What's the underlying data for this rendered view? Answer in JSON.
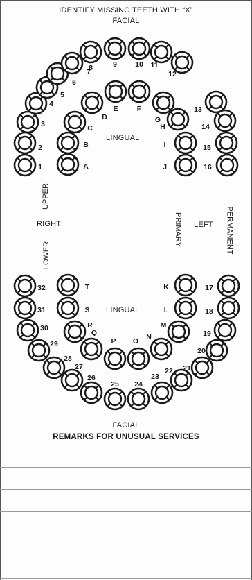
{
  "header": {
    "instruction": "IDENTIFY MISSING TEETH WITH “X”",
    "top_facial": "FACIAL"
  },
  "upper_arch": {
    "permanent": [
      {
        "n": "1"
      },
      {
        "n": "2"
      },
      {
        "n": "3"
      },
      {
        "n": "4"
      },
      {
        "n": "5"
      },
      {
        "n": "6"
      },
      {
        "n": "7"
      },
      {
        "n": "8"
      },
      {
        "n": "9"
      },
      {
        "n": "10"
      },
      {
        "n": "11"
      },
      {
        "n": "12"
      },
      {
        "n": "13"
      },
      {
        "n": "14"
      },
      {
        "n": "15"
      },
      {
        "n": "16"
      }
    ],
    "primary": [
      {
        "n": "A"
      },
      {
        "n": "B"
      },
      {
        "n": "C"
      },
      {
        "n": "D"
      },
      {
        "n": "E"
      },
      {
        "n": "F"
      },
      {
        "n": "G"
      },
      {
        "n": "H"
      },
      {
        "n": "I"
      },
      {
        "n": "J"
      }
    ],
    "lingual": "LINGUAL"
  },
  "lower_arch": {
    "permanent": [
      {
        "n": "17"
      },
      {
        "n": "18"
      },
      {
        "n": "19"
      },
      {
        "n": "20"
      },
      {
        "n": "21"
      },
      {
        "n": "22"
      },
      {
        "n": "23"
      },
      {
        "n": "24"
      },
      {
        "n": "25"
      },
      {
        "n": "26"
      },
      {
        "n": "27"
      },
      {
        "n": "28"
      },
      {
        "n": "29"
      },
      {
        "n": "30"
      },
      {
        "n": "31"
      },
      {
        "n": "32"
      }
    ],
    "primary": [
      {
        "n": "K"
      },
      {
        "n": "L"
      },
      {
        "n": "M"
      },
      {
        "n": "N"
      },
      {
        "n": "O"
      },
      {
        "n": "P"
      },
      {
        "n": "Q"
      },
      {
        "n": "R"
      },
      {
        "n": "S"
      },
      {
        "n": "T"
      }
    ],
    "lingual": "LINGUAL"
  },
  "orientation": {
    "upper": "UPPER",
    "lower": "LOWER",
    "right": "RIGHT",
    "left": "LEFT",
    "primary": "PRIMARY",
    "permanent": "PERMANENT"
  },
  "footer": {
    "bottom_facial": "FACIAL",
    "remarks_title": "REMARKS FOR UNUSUAL SERVICES"
  }
}
